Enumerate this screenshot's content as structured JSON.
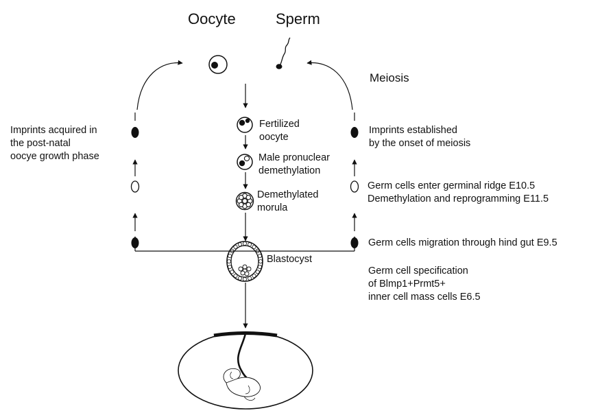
{
  "header": {
    "oocyte": "Oocyte",
    "sperm": "Sperm"
  },
  "meiosis": "Meiosis",
  "center": {
    "fertilized": [
      "Fertilized",
      "oocyte"
    ],
    "pronuclear": [
      "Male pronuclear",
      "demethylation"
    ],
    "morula": [
      "Demethylated",
      "morula"
    ],
    "blastocyst": "Blastocyst"
  },
  "left": {
    "imprints_acquired": [
      "Imprints acquired in",
      "the post-natal",
      "oocye growth phase"
    ]
  },
  "right": {
    "imprints_established": [
      "Imprints established",
      "by the onset of meiosis"
    ],
    "germ_enter": [
      "Germ cells enter germinal ridge E10.5",
      "Demethylation and reprogramming E11.5"
    ],
    "germ_migration": "Germ cells migration through hind gut E9.5",
    "specification": [
      "Germ cell specification",
      "of Blmp1+Prmt5+",
      "inner cell mass cells E6.5"
    ]
  }
}
